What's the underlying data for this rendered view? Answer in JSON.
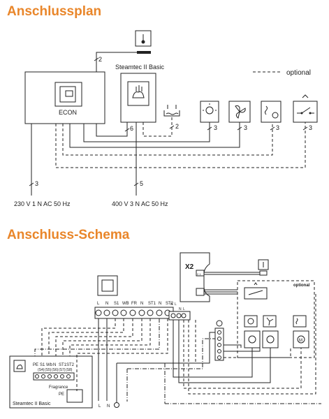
{
  "plan": {
    "title": "Anschlussplan",
    "legend_optional": "optional",
    "econ_label": "ECON",
    "steamtec_label": "Steamtec II Basic",
    "supply_230": "230 V  1 N AC 50 Hz",
    "supply_400": "400 V 3 N AC 50 Hz",
    "wire_counts": {
      "sensor": "2",
      "econ_to_steamtec": "6",
      "water_valve": "2",
      "light": "3",
      "fan": "3",
      "motor": "3",
      "switch": "3",
      "supply_230": "3",
      "supply_400": "5"
    }
  },
  "schema": {
    "title": "Anschluss-Schema",
    "x2_label": "X2",
    "optional_label": "optional",
    "terminal_labels": [
      "L",
      "N",
      "S1",
      "WB",
      "FR",
      "N",
      "ST1",
      "N",
      "ST2"
    ],
    "relay_labels": [
      "N",
      "L",
      "N",
      "L"
    ],
    "steamtec_terminals": [
      "PE",
      "S1",
      "Wb",
      "N",
      "ST1",
      "ST2"
    ],
    "steamtec_sub": [
      "(S4)",
      "(S5)",
      "(S6)",
      "(S7)",
      "(S8)"
    ],
    "fragrance_label": "Fragrance",
    "pe_label": "PE",
    "steamtec_box_label": "Steamtec II Basic",
    "supply_labels": [
      "L",
      "N"
    ]
  },
  "colors": {
    "heading": "#e9862a",
    "line": "#222222"
  }
}
